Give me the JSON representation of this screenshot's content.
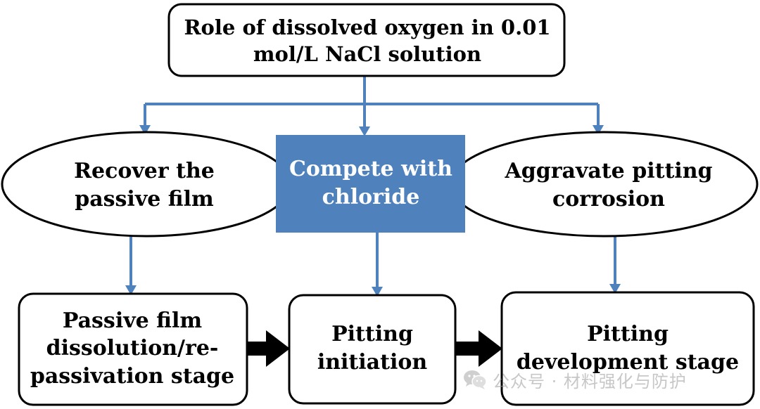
{
  "colors": {
    "connector": "#4F81BD",
    "highlight_fill": "#4F81BD",
    "highlight_text": "#FFFFFF",
    "box_stroke": "#000000",
    "box_fill": "#FFFFFF",
    "flow_arrow": "#000000"
  },
  "nodes": {
    "root": {
      "line1": "Role of dissolved oxygen in 0.01",
      "line2": "mol/L NaCl solution"
    },
    "recover": {
      "line1": "Recover the",
      "line2": "passive film"
    },
    "compete": {
      "line1": "Compete with",
      "line2": "chloride"
    },
    "aggravate": {
      "line1": "Aggravate pitting",
      "line2": "corrosion"
    },
    "dissolution_stage": {
      "line1": "Passive film",
      "line2": "dissolution/re-",
      "line3": "passivation stage"
    },
    "initiation": {
      "line1": "Pitting",
      "line2": "initiation"
    },
    "development": {
      "line1": "Pitting",
      "line2": "development stage"
    }
  },
  "watermark": {
    "icon": "wechat-icon",
    "text": "公众号 · 材料强化与防护"
  }
}
